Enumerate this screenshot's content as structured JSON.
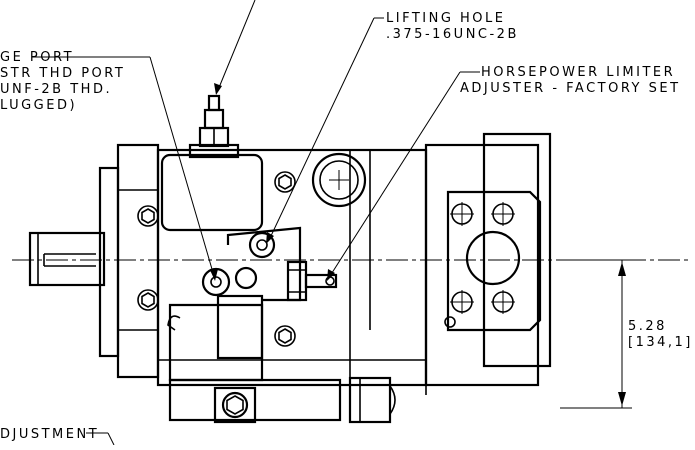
{
  "callouts": {
    "lifting_hole": {
      "line1": "LIFTING HOLE",
      "line2": ".375-16UNC-2B"
    },
    "horsepower_limiter": {
      "line1": "HORSEPOWER LIMITER",
      "line2": "ADJUSTER - FACTORY SET"
    },
    "gage_port": {
      "line1": "GE PORT",
      "line2": "STR THD PORT",
      "line3": "UNF-2B THD.",
      "line4": "LUGGED)"
    },
    "adjustment": {
      "line1": "DJUSTMENT"
    }
  },
  "dimension": {
    "value": "5.28",
    "metric": "[134,1]"
  }
}
